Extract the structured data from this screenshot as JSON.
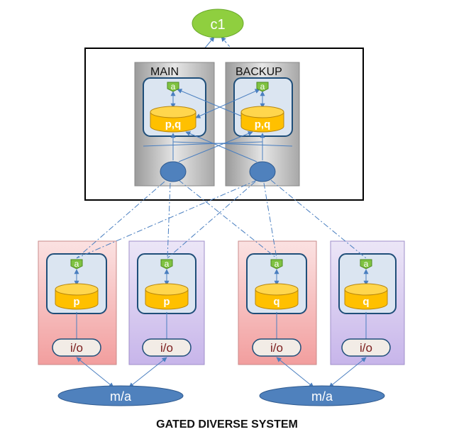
{
  "title": "GATED DIVERSE SYSTEM",
  "controller": "c1",
  "upper_nodes": [
    {
      "header": "MAIN",
      "agent": "a",
      "store": "p,q"
    },
    {
      "header": "BACKUP",
      "agent": "a",
      "store": "p,q"
    }
  ],
  "lower_nodes": [
    {
      "agent": "a",
      "store": "p",
      "io": "i/o",
      "tint": "red"
    },
    {
      "agent": "a",
      "store": "p",
      "io": "i/o",
      "tint": "purple"
    },
    {
      "agent": "a",
      "store": "q",
      "io": "i/o",
      "tint": "red"
    },
    {
      "agent": "a",
      "store": "q",
      "io": "i/o",
      "tint": "purple"
    }
  ],
  "modules": [
    "m/a",
    "m/a"
  ],
  "colors": {
    "controller": "#8fcf3f",
    "agent": "#7fc241",
    "store": "#ffc000",
    "store_top": "#ffd64d",
    "link": "#4a7fc0",
    "ellipse": "#4f81bd",
    "grey_panel": "#c9c9c9",
    "red_panel": "#f5c6c6",
    "purple_panel": "#d6c9ee",
    "inner_panel": "#dbe5f1",
    "io_fill": "#f2ece6",
    "io_text": "#7b1c1c"
  }
}
